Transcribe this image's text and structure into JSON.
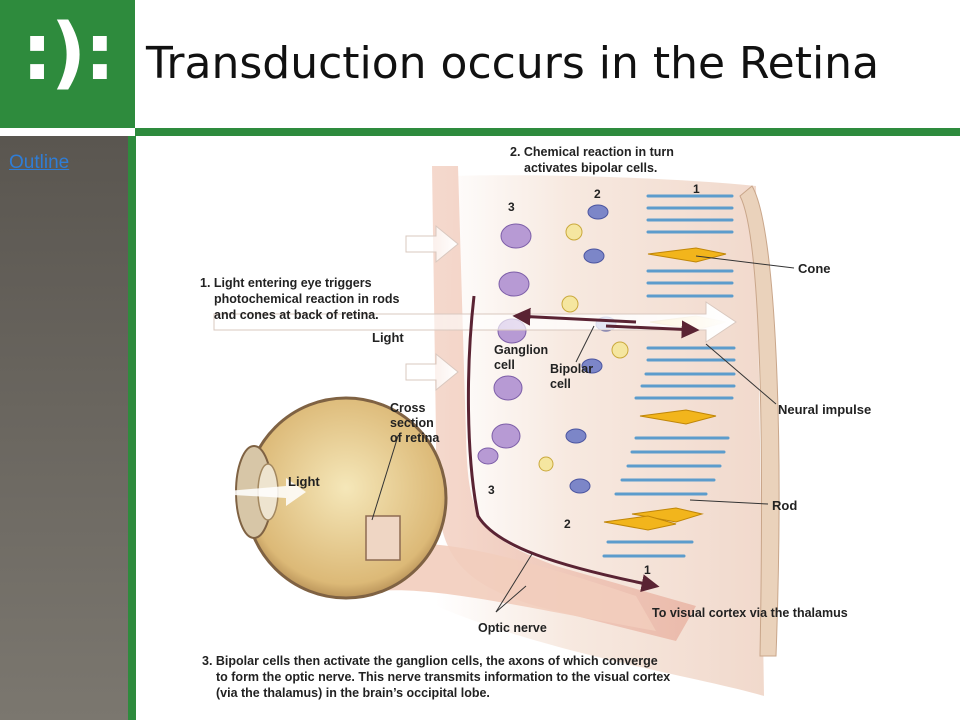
{
  "logo": {
    "text": ":):"
  },
  "slide": {
    "title": "Transduction occurs in the Retina"
  },
  "sidebar": {
    "outline_link": "Outline"
  },
  "diagram": {
    "caption_step2": [
      "2. Chemical reaction in turn",
      "activates bipolar cells."
    ],
    "caption_step1": [
      "1. Light entering eye triggers",
      "photochemical reaction in rods",
      "and cones at back of retina."
    ],
    "caption_step3": [
      "3. Bipolar cells then activate the ganglion cells, the axons of which converge",
      "to form the optic nerve. This nerve transmits information to the visual cortex",
      "(via the thalamus) in the brain’s occipital lobe."
    ],
    "labels": {
      "light_top": "Light",
      "light_eye": "Light",
      "ganglion": [
        "Ganglion",
        "cell"
      ],
      "bipolar": [
        "Bipolar",
        "cell"
      ],
      "cross_section": [
        "Cross",
        "section",
        "of retina"
      ],
      "cone": "Cone",
      "neural_impulse": "Neural impulse",
      "rod": "Rod",
      "optic_nerve": "Optic nerve",
      "to_cortex": "To visual cortex via the thalamus"
    },
    "markers": {
      "top_1": "1",
      "top_2": "2",
      "top_3": "3",
      "bottom_1": "1",
      "bottom_2": "2",
      "bottom_3": "3"
    },
    "colors": {
      "brand_green": "#2e8b3d",
      "ganglion_purple": "#b79ad4",
      "bipolar_blue": "#7c86c8",
      "cone_yellow": "#f2b51c",
      "rod_blue": "#8cc3e6",
      "nerve_pink": "#f0c8b8",
      "impulse_arrow": "#5a2333"
    }
  }
}
